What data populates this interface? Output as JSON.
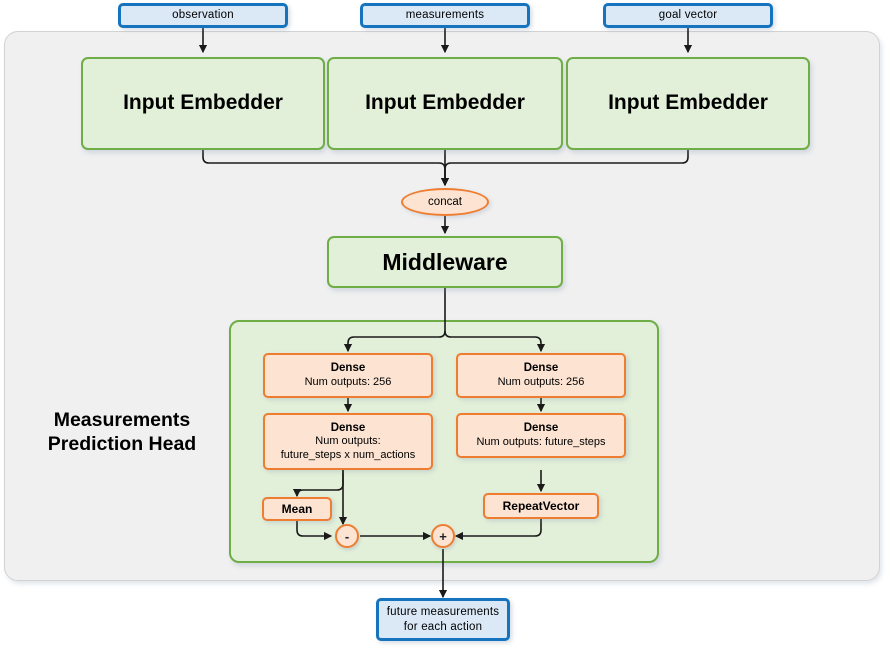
{
  "diagram": {
    "title": "Measurements Prediction Head",
    "colors": {
      "blue_border": "#1673bd",
      "blue_fill": "#dbe9f7",
      "green_border": "#6fae46",
      "green_fill": "#e2efd9",
      "orange_border": "#ee7d31",
      "orange_fill": "#fce3d2",
      "frame_fill": "#f0f0f0",
      "wire": "#222222"
    }
  },
  "inputs": [
    {
      "label": "observation"
    },
    {
      "label": "measurements"
    },
    {
      "label": "goal vector"
    }
  ],
  "embedders": [
    {
      "label": "Input Embedder"
    },
    {
      "label": "Input Embedder"
    },
    {
      "label": "Input Embedder"
    }
  ],
  "concat": {
    "label": "concat"
  },
  "middleware": {
    "label": "Middleware"
  },
  "head": {
    "caption_line1": "Measurements",
    "caption_line2": "Prediction Head",
    "left_branch": [
      {
        "title": "Dense",
        "sub1": "Num outputs: 256",
        "sub2": ""
      },
      {
        "title": "Dense",
        "sub1": "Num outputs:",
        "sub2": "future_steps x num_actions"
      }
    ],
    "right_branch": [
      {
        "title": "Dense",
        "sub1": "Num outputs: 256",
        "sub2": ""
      },
      {
        "title": "Dense",
        "sub1": "Num outputs: future_steps",
        "sub2": ""
      }
    ],
    "mean": {
      "label": "Mean"
    },
    "repeat_vector": {
      "label": "RepeatVector"
    },
    "op_subtract": {
      "label": "-"
    },
    "op_add": {
      "label": "+"
    }
  },
  "output": {
    "line1": "future measurements",
    "line2": "for each action"
  }
}
